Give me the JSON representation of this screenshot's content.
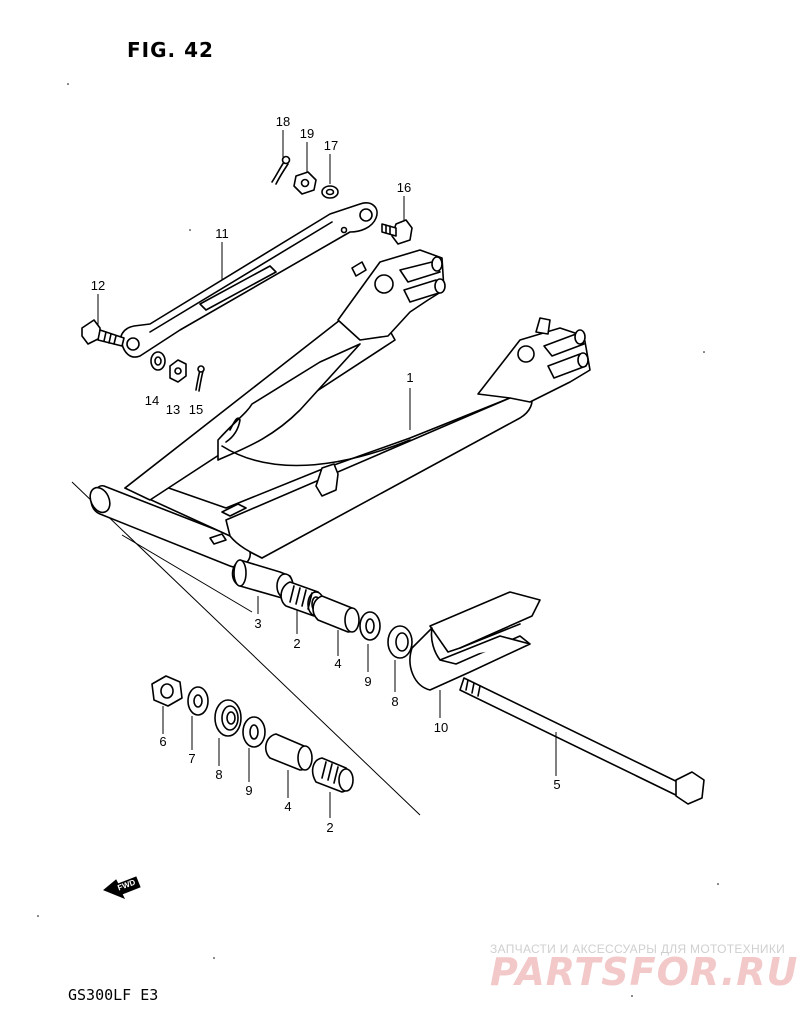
{
  "header": {
    "figure_title": "FIG. 42"
  },
  "footer": {
    "model_code": "GS300LF  E3"
  },
  "watermark": {
    "tagline": "ЗАПЧАСТИ И АКСЕССУАРЫ ДЛЯ МОТОТЕХНИКИ",
    "logo": "PARTSFOR.RU"
  },
  "fwd_arrow": {
    "label": "FWD"
  },
  "callouts": {
    "part_1": "1",
    "part_2_top": "2",
    "part_2_bottom": "2",
    "part_3": "3",
    "part_4_top": "4",
    "part_4_bottom": "4",
    "part_5": "5",
    "part_6": "6",
    "part_7": "7",
    "part_8_top": "8",
    "part_8_bottom": "8",
    "part_9_top": "9",
    "part_9_bottom": "9",
    "part_10": "10",
    "part_11": "11",
    "part_12": "12",
    "part_13": "13",
    "part_14": "14",
    "part_15": "15",
    "part_16": "16",
    "part_17": "17",
    "part_18": "18",
    "part_19": "19"
  }
}
